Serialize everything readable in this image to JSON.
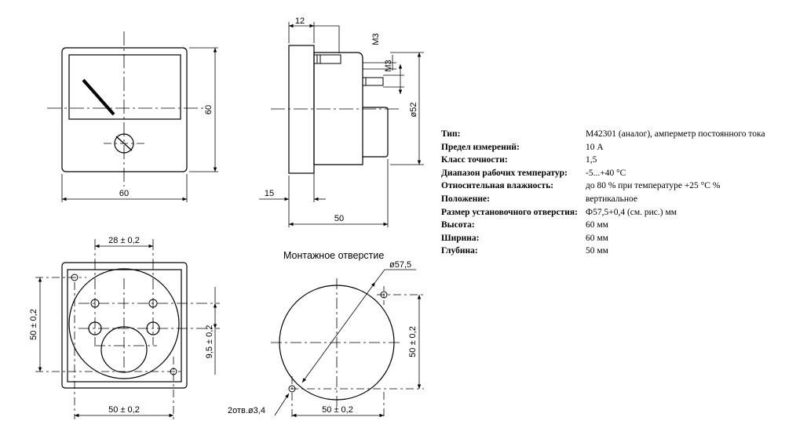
{
  "front_view": {
    "width_label": "60",
    "height_label": "60"
  },
  "side_view": {
    "dim_top": "12",
    "thread_a": "M3",
    "thread_b": "M3",
    "diameter": "ø52",
    "dim_left": "15",
    "depth": "50"
  },
  "rear_view": {
    "top_spacing": "28 ± 0,2",
    "left_height": "50 ± 0,2",
    "right_small": "9,5 ± 0,2",
    "bottom_width": "50 ± 0,2"
  },
  "mounting_hole": {
    "title": "Монтажное отверстие",
    "diameter": "ø57,5",
    "right_height": "50 ± 0,2",
    "bottom_width": "50 ± 0,2",
    "holes": "2отв.ø3,4"
  },
  "specs": [
    {
      "label": "Тип:",
      "value": "M42301 (аналог), амперметр постоянного тока"
    },
    {
      "label": "Предел измерений:",
      "value": "10 А"
    },
    {
      "label": "Класс точности:",
      "value": "1,5"
    },
    {
      "label": "Диапазон рабочих температур:",
      "value": "-5...+40 °С"
    },
    {
      "label": "Относительная влажность:",
      "value": "до 80 % при температуре +25 °С %"
    },
    {
      "label": "Положение:",
      "value": "вертикальное"
    },
    {
      "label": "Размер установочного отверстия:",
      "value": "Ф57,5+0,4 (см. рис.) мм"
    },
    {
      "label": "Высота:",
      "value": "60 мм"
    },
    {
      "label": "Ширина:",
      "value": "60 мм"
    },
    {
      "label": "Глубина:",
      "value": "50 мм"
    }
  ]
}
